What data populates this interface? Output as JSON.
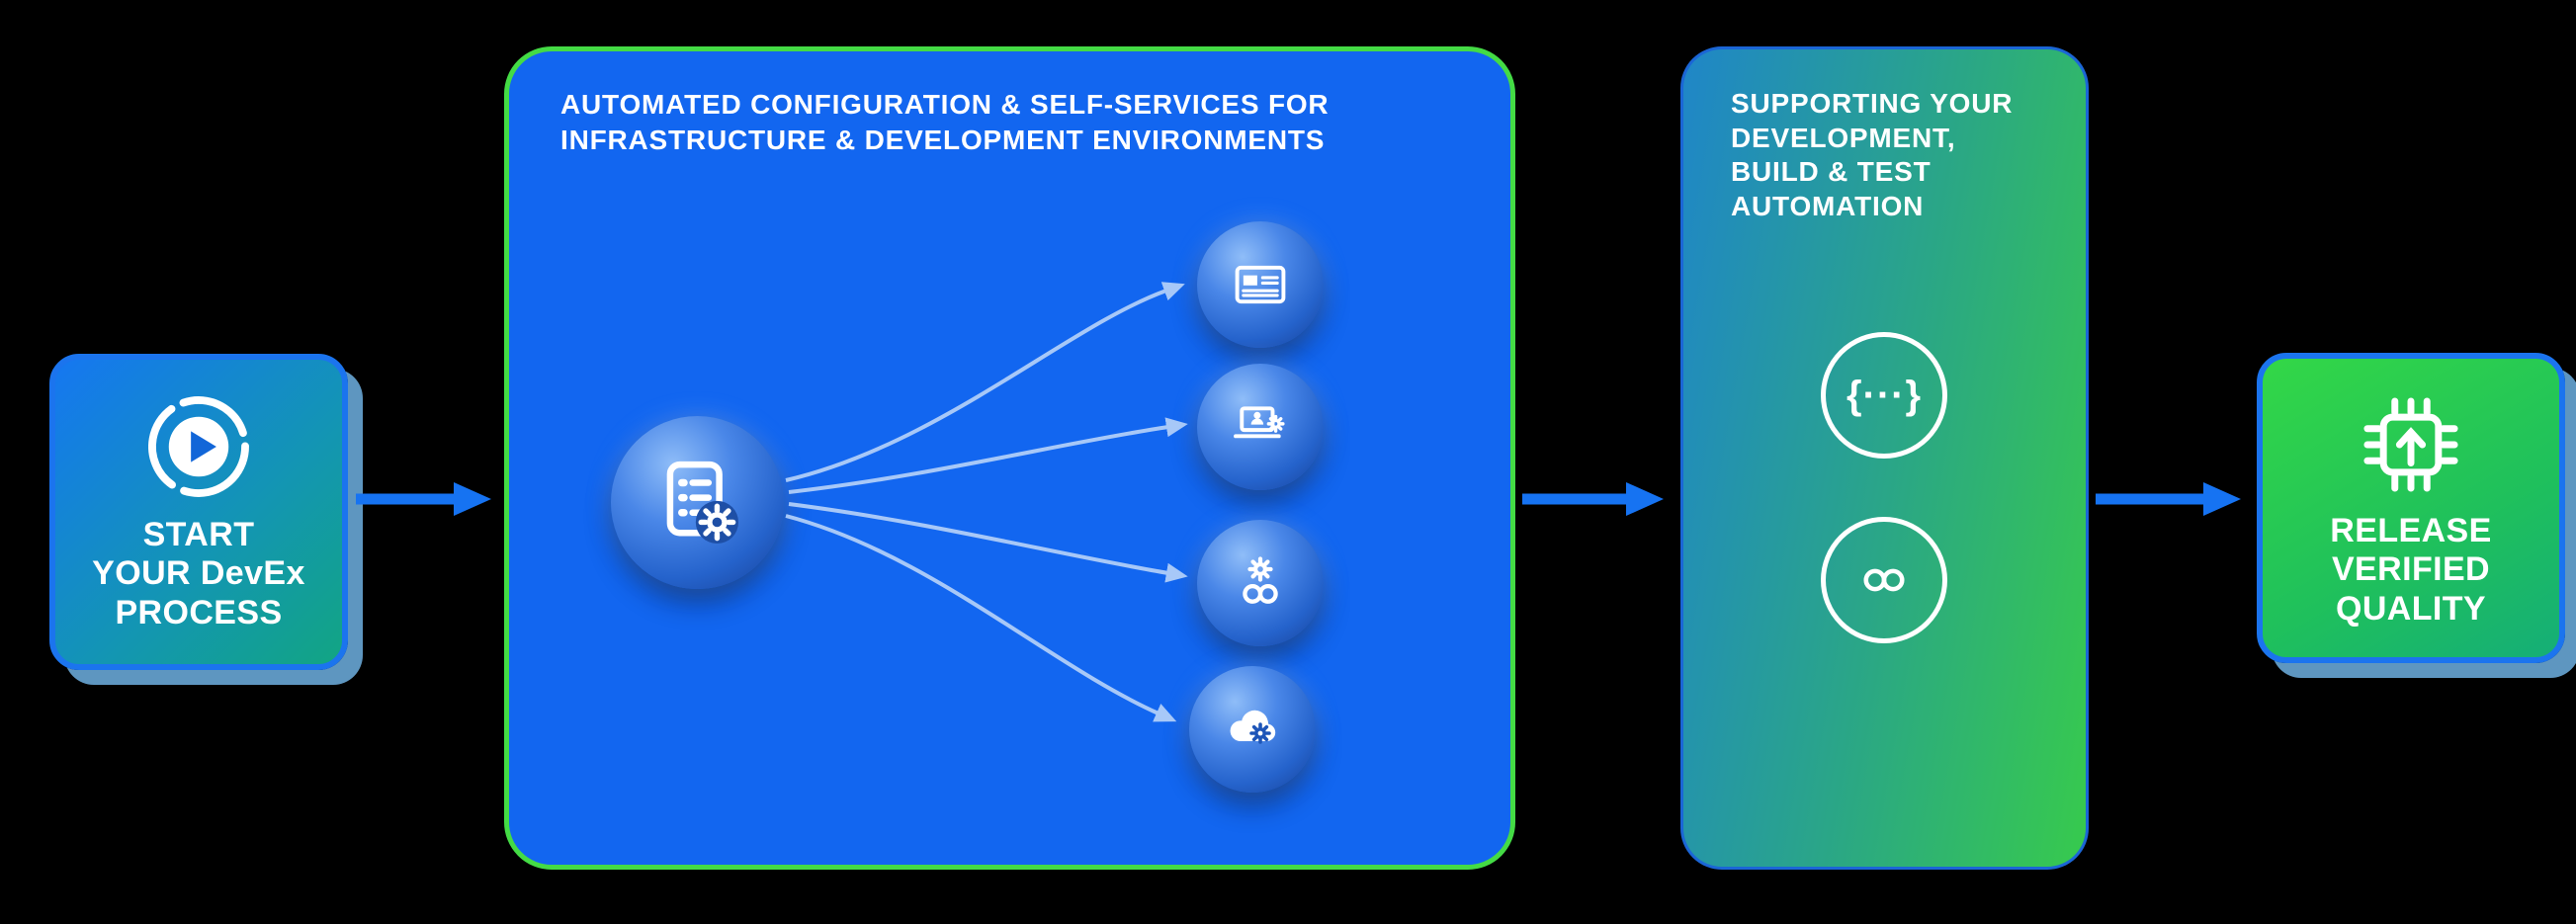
{
  "diagram": {
    "background": "#000000",
    "accent_blue": "#1673F2",
    "accent_green": "#44DB45",
    "fan_arrow_color": "#A7C8F8"
  },
  "start_box": {
    "lines": [
      "START",
      "YOUR DevEx",
      "PROCESS"
    ],
    "icon": "play"
  },
  "automation_box": {
    "title_lines": [
      "AUTOMATED CONFIGURATION & SELF-SERVICES FOR",
      "INFRASTRUCTURE & DEVELOPMENT ENVIRONMENTS"
    ],
    "hub_icon": "checklist-gear",
    "satellite_icons": [
      "newspaper",
      "laptop-user-gear",
      "gear-infinity",
      "cloud-gear"
    ]
  },
  "support_box": {
    "title_lines": [
      "SUPPORTING YOUR",
      "DEVELOPMENT,",
      "BUILD & TEST",
      "AUTOMATION"
    ],
    "code_label": "{···}",
    "icons": [
      "code-braces",
      "infinity-loop"
    ]
  },
  "release_box": {
    "lines": [
      "RELEASE",
      "VERIFIED",
      "QUALITY"
    ],
    "icon": "chip-up-arrow"
  }
}
